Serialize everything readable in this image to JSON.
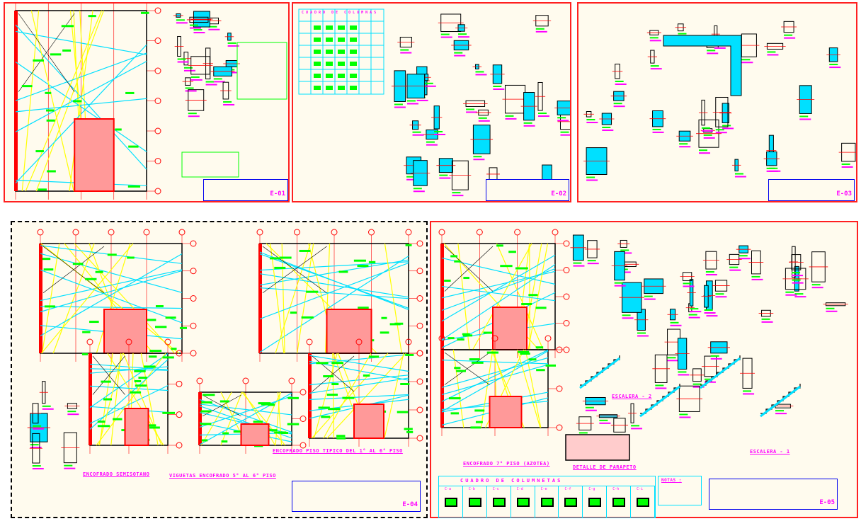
{
  "sheets": [
    {
      "id": "e01",
      "labels": {
        "title_block_no": "E-01"
      }
    },
    {
      "id": "e02",
      "labels": {
        "table_title": "CUADRO DE COLUMNAS",
        "title_block_no": "E-02"
      }
    },
    {
      "id": "e03",
      "labels": {
        "title_block_no": "E-03"
      }
    },
    {
      "id": "e04",
      "labels": {
        "plan_left": "ENCOFRADO SEMISOTANO",
        "plan_right": "ENCOFRADO PISO TIPICO DEL 1° AL 6° PISO",
        "plan_mid": "VIGUETAS ENCOFRADO 5° AL 6° PISO",
        "title_block_no": "E-04"
      }
    },
    {
      "id": "e05",
      "labels": {
        "plan": "ENCOFRADO 7° PISO (AZOTEA)",
        "parapet": "DETALLE DE PARAPETO",
        "stair": "ESCALERA - 2",
        "stair2": "ESCALERA - 1",
        "columnetas": "CUADRO DE COLUMNETAS",
        "notes": "NOTAS :",
        "columnetas_cols": [
          "C-a",
          "C-b",
          "C-c",
          "C-d",
          "C-e",
          "C-f",
          "C-g",
          "C-h",
          "C-i"
        ],
        "title_block_no": "E-05"
      }
    }
  ],
  "colors": {
    "border": "#ff2020",
    "sheet": "#fffbee",
    "wall": "#ff0000",
    "beam": "#00e0ff",
    "text": "#00ff00",
    "title": "#ff00ff",
    "frame": "#0000ee",
    "yellow": "#ffff00"
  }
}
